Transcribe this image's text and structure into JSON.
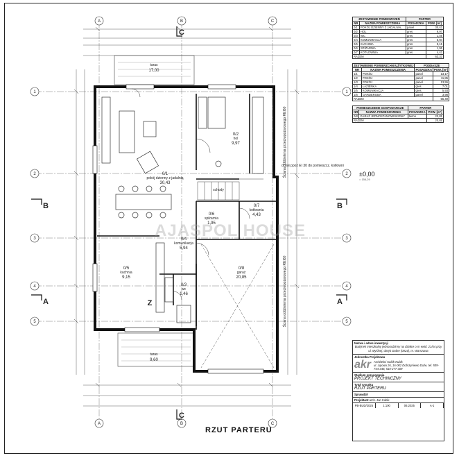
{
  "drawing": {
    "title": "RZUT PARTERU",
    "watermark": "AJASPOL HOUSE",
    "level": "±0,00",
    "level_note": "= 156,29"
  },
  "grid": {
    "columns": [
      "A",
      "B",
      "C",
      "A",
      "B",
      "C"
    ],
    "rows": [
      "1",
      "2",
      "3",
      "4",
      "5",
      "1",
      "2",
      "3",
      "4",
      "5"
    ],
    "sections": [
      "B",
      "B",
      "A",
      "A",
      "C",
      "C"
    ]
  },
  "rooms": [
    {
      "id": "0/1",
      "name": "pokój dzienny z jadalnią",
      "area": "30,43"
    },
    {
      "id": "0/2",
      "name": "hol",
      "area": "9,97"
    },
    {
      "id": "0/3",
      "name": "wc",
      "area": "1,46"
    },
    {
      "id": "0/4",
      "name": "komunikacja",
      "area": "5,94"
    },
    {
      "id": "0/5",
      "name": "kuchnia",
      "area": "9,15"
    },
    {
      "id": "0/6",
      "name": "spiżarnia",
      "area": "1,95"
    },
    {
      "id": "0/7",
      "name": "kotłownia",
      "area": "4,43"
    },
    {
      "id": "0/8",
      "name": "garaż",
      "area": "20,85"
    }
  ],
  "outdoor": [
    {
      "name": "taras",
      "area": "17,00"
    },
    {
      "name": "taras",
      "area": "9,60"
    }
  ],
  "notes": {
    "wall_right_top": "Ściana oddzielenia przeciwpożarowego REI60",
    "wall_right_bottom": "Ściana oddzielenia przeciwpożarowego REI60",
    "door_note": "drzwi ppoż EI 30 do pomieszcz. kotłowni",
    "stairs_label": "schody",
    "z_mark": "Z"
  },
  "legend": {
    "tables": [
      {
        "title": "ZESTAWIENIE POMIESZCZEŃ",
        "subtitle": "PARTER",
        "headers": [
          "NR",
          "NAZWA POMIESZCZENIA",
          "POSADZKA",
          "POW. [m²]"
        ],
        "rows": [
          [
            "0/1",
            "POKÓJ DZIENNY Z JADALNIĄ",
            "panel",
            "30,43"
          ],
          [
            "0/2",
            "HOL",
            "gres",
            "9,97"
          ],
          [
            "0/3",
            "WC",
            "gres",
            "1,46"
          ],
          [
            "0/4",
            "KOMUNIKACJA",
            "gres",
            "5,94"
          ],
          [
            "0/5",
            "KUCHNIA",
            "gres",
            "9,15"
          ],
          [
            "0/6",
            "SPIŻARNIA",
            "gres",
            "1,95"
          ],
          [
            "0/7",
            "KOTŁOWNIA",
            "gres",
            "4,43"
          ]
        ],
        "total_label": "RAZEM",
        "total": "63,33"
      },
      {
        "title": "ZESTAWIENIE POWIERZCHNI UŻYTKOWEJ",
        "subtitle": "PODDASZE",
        "headers": [
          "NR",
          "NAZWA POMIESZCZENIA",
          "POSADZKA",
          "POW. [m²]"
        ],
        "rows": [
          [
            "1/1",
            "POKÓJ",
            "panel",
            "13,17"
          ],
          [
            "1/2",
            "POKÓJ",
            "panel",
            "11,85"
          ],
          [
            "1/3",
            "POKÓJ",
            "panel",
            "13,55"
          ],
          [
            "1/4",
            "ŁAZIENKA",
            "gres",
            "7,01"
          ],
          [
            "1/5",
            "KOMUNIKACJA",
            "gres",
            "5,93"
          ],
          [
            "1/6",
            "GARDEROBA",
            "panel",
            "3,98"
          ]
        ],
        "total_label": "RAZEM",
        "total": "55,49"
      },
      {
        "title": "POMIESZCZENIE GOSPODARCZE",
        "subtitle": "PARTER",
        "headers": [
          "NR",
          "NAZWA POMIESZCZENIA",
          "POSADZKA",
          "POW. [m²]"
        ],
        "rows": [
          [
            "0/8",
            "GARAŻ JEDNOSTANOWISKOWY",
            "beton",
            "20,85"
          ]
        ],
        "total_label": "RAZEM",
        "total": "20,85"
      }
    ]
  },
  "titleblock": {
    "object_label": "Nazwa i adres inwestycji",
    "object_text": "Budynek mieszkalny jednorodzinny na działce o nr ewid. 21/64 przy ul. Myślnej, obręb Dobre (0024), m. Warszawa",
    "designer_label": "Jednostka Projektowa",
    "firm_logo": "akr",
    "firm_name": "Architekci Kubik-Kubik",
    "firm_address": "ul. Lipowa 26, 16-002 Dobrzyniewo Duże, tel. 509-744-348, 510-277-309",
    "stage_label": "Stadium opracowania",
    "stage": "PROJEKT TECHNICZNY",
    "drawing_label": "Tytuł rysunku",
    "drawing_name": "RZUT PARTERU",
    "roles": [
      "Sprawdził",
      "Projektant"
    ],
    "persons": [
      "",
      "arch. Jan Kubik"
    ],
    "bottom": [
      "PB-BUD/2025",
      "1:100",
      "06.2025",
      "A-1"
    ]
  }
}
